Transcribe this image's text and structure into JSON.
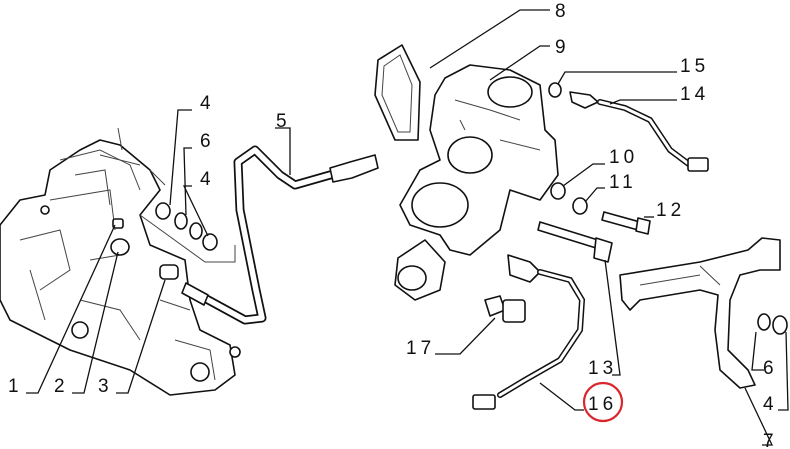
{
  "diagram": {
    "callouts": [
      {
        "id": "c8",
        "text": "8"
      },
      {
        "id": "c9",
        "text": "9"
      },
      {
        "id": "c15",
        "text": "15"
      },
      {
        "id": "c14",
        "text": "14"
      },
      {
        "id": "c10",
        "text": "10"
      },
      {
        "id": "c11",
        "text": "11"
      },
      {
        "id": "c12",
        "text": "12"
      },
      {
        "id": "c4a",
        "text": "4"
      },
      {
        "id": "c6a",
        "text": "6"
      },
      {
        "id": "c4b",
        "text": "4"
      },
      {
        "id": "c5",
        "text": "5"
      },
      {
        "id": "c1",
        "text": "1"
      },
      {
        "id": "c2",
        "text": "2"
      },
      {
        "id": "c3",
        "text": "3"
      },
      {
        "id": "c17",
        "text": "17"
      },
      {
        "id": "c13",
        "text": "13"
      },
      {
        "id": "c16",
        "text": "16"
      },
      {
        "id": "c6b",
        "text": "6"
      },
      {
        "id": "c4c",
        "text": "4"
      },
      {
        "id": "c7",
        "text": "7"
      }
    ],
    "highlighted_callout": "16",
    "highlight_color": "#d9262c"
  }
}
